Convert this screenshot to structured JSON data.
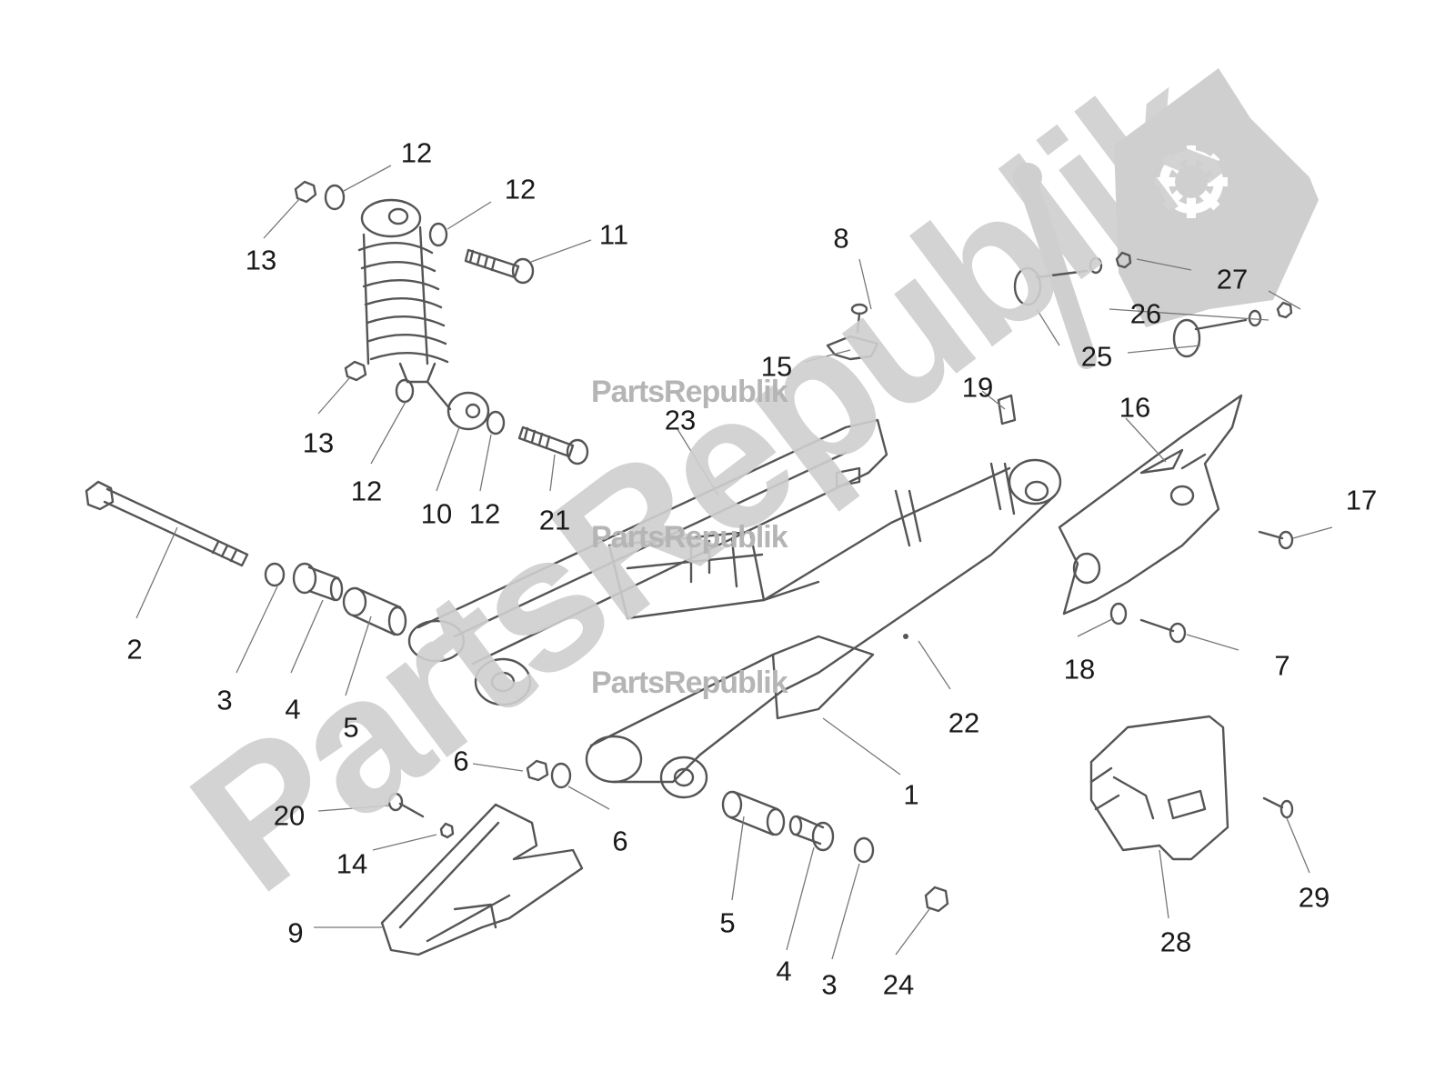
{
  "watermark": {
    "main": "PartsRepublik",
    "small": [
      "PartsRepublik",
      "PartsRepublik",
      "PartsRepublik"
    ]
  },
  "callouts": [
    {
      "id": "c12a",
      "text": "12"
    },
    {
      "id": "c12b",
      "text": "12"
    },
    {
      "id": "c13a",
      "text": "13"
    },
    {
      "id": "c11",
      "text": "11"
    },
    {
      "id": "c8",
      "text": "8"
    },
    {
      "id": "c27",
      "text": "27"
    },
    {
      "id": "c26",
      "text": "26"
    },
    {
      "id": "c25",
      "text": "25"
    },
    {
      "id": "c15",
      "text": "15"
    },
    {
      "id": "c19",
      "text": "19"
    },
    {
      "id": "c23",
      "text": "23"
    },
    {
      "id": "c16",
      "text": "16"
    },
    {
      "id": "c13b",
      "text": "13"
    },
    {
      "id": "c12c",
      "text": "12"
    },
    {
      "id": "c10",
      "text": "10"
    },
    {
      "id": "c12d",
      "text": "12"
    },
    {
      "id": "c21",
      "text": "21"
    },
    {
      "id": "c17",
      "text": "17"
    },
    {
      "id": "c2",
      "text": "2"
    },
    {
      "id": "c3a",
      "text": "3"
    },
    {
      "id": "c4a",
      "text": "4"
    },
    {
      "id": "c5a",
      "text": "5"
    },
    {
      "id": "c18",
      "text": "18"
    },
    {
      "id": "c7",
      "text": "7"
    },
    {
      "id": "c22",
      "text": "22"
    },
    {
      "id": "c6a",
      "text": "6"
    },
    {
      "id": "c6b",
      "text": "6"
    },
    {
      "id": "c1",
      "text": "1"
    },
    {
      "id": "c20",
      "text": "20"
    },
    {
      "id": "c14",
      "text": "14"
    },
    {
      "id": "c9",
      "text": "9"
    },
    {
      "id": "c5b",
      "text": "5"
    },
    {
      "id": "c4b",
      "text": "4"
    },
    {
      "id": "c3b",
      "text": "3"
    },
    {
      "id": "c24",
      "text": "24"
    },
    {
      "id": "c28",
      "text": "28"
    },
    {
      "id": "c29",
      "text": "29"
    }
  ]
}
